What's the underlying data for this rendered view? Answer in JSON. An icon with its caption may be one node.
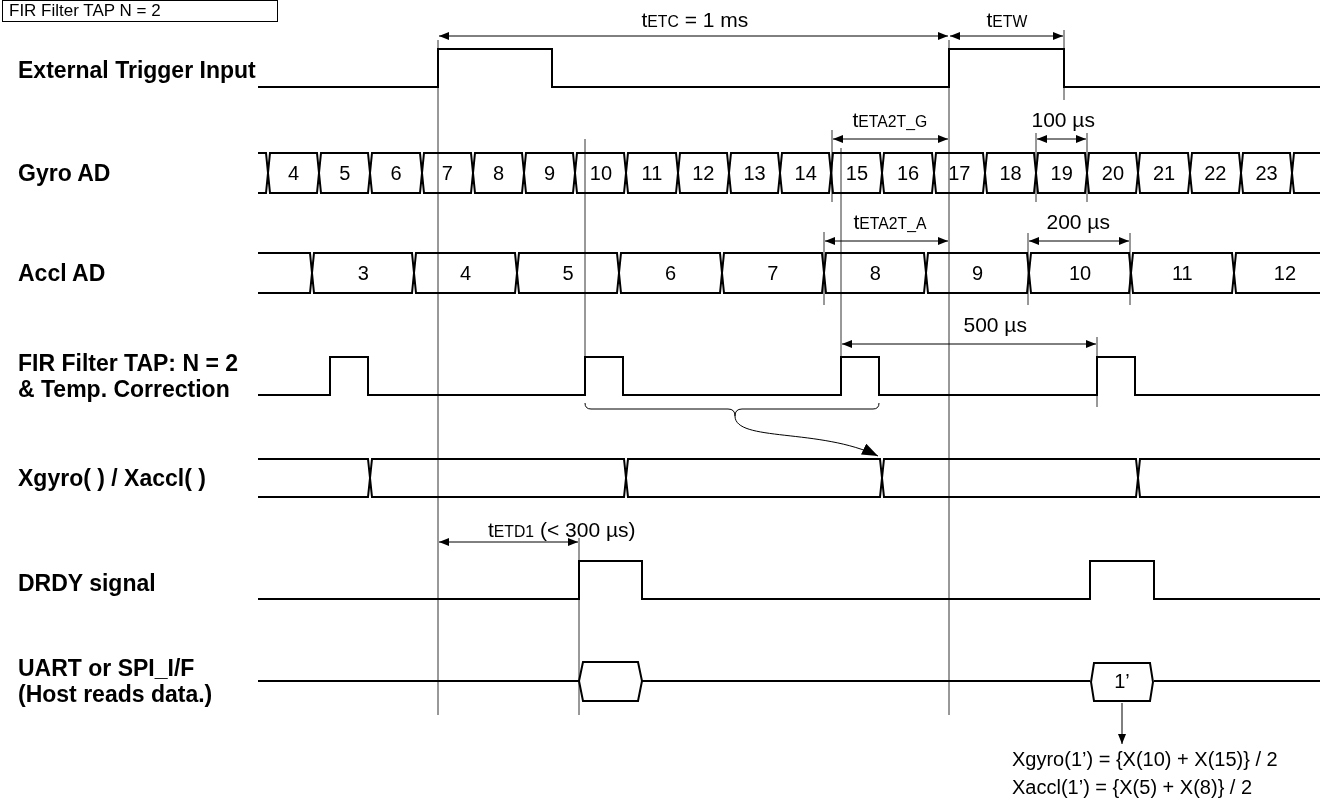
{
  "diagram": {
    "nodes": [
      {
        "text": [
          "1’"
        ]
      },
      {
        "text": [
          "Xgyro(1’) = {X(10) + X(15)} / 2",
          "Xaccl(1’) = {X(5) + X(8)} / 2"
        ]
      },
      {
        "text": [],
        "shape": "brace"
      }
    ],
    "edges": [
      {
        "from": 0,
        "to": 1,
        "arrow": "to"
      },
      {
        "from": 2,
        "to": null,
        "arrow": "to"
      }
    ],
    "labels": [
      "FIR Filter TAP N = 2",
      "t$_{ETC}$ = 1 ms",
      "t$_{ETW}$",
      "External Trigger Input",
      "t$_{ETA2T_G}$",
      "100 µs",
      "Gyro AD",
      "4",
      "5",
      "6",
      "7",
      "8",
      "9",
      "10",
      "11",
      "12",
      "13",
      "14",
      "15",
      "16",
      "17",
      "18",
      "19",
      "20",
      "21",
      "22",
      "23",
      "t$_{ETA2T_A}$",
      "200 µs",
      "Accl AD",
      "3",
      "4",
      "5",
      "6",
      "7",
      "8",
      "9",
      "10",
      "11",
      "12",
      "500 µs",
      "FIR Filter TAP: N = 2 & Temp. Correction",
      "Xgyro( ) / Xaccl( )",
      "t$_{ETD1}$ (< 300 µs)",
      "DRDY signal",
      "UART or SPI_I/F (Host reads data.)"
    ]
  }
}
